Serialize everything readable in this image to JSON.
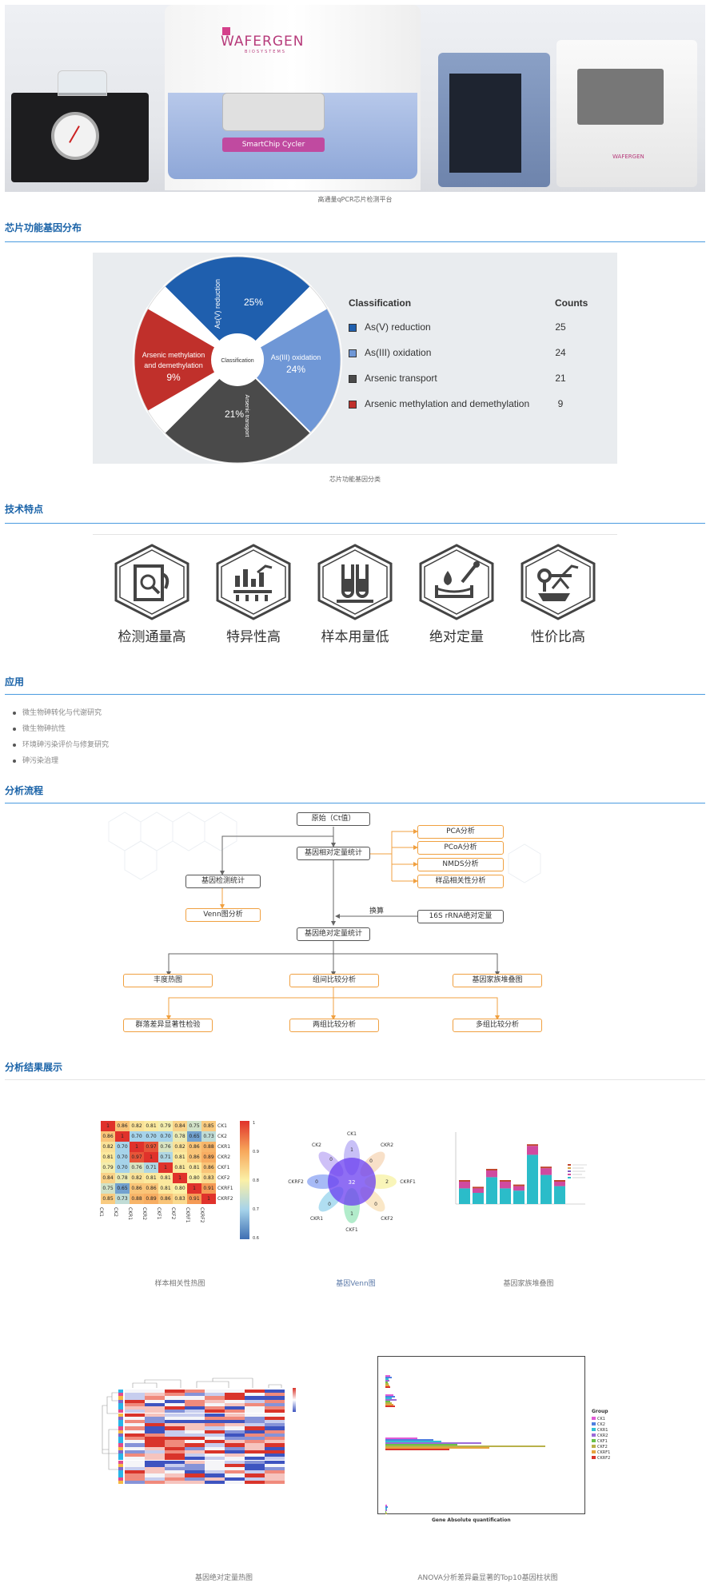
{
  "hero": {
    "brand": "WAFERGEN",
    "brand_sub": "BIOSYSTEMS",
    "device_label": "SmartChip Cycler",
    "caption": "高通量qPCR芯片检测平台"
  },
  "sections": {
    "gene_distribution": "芯片功能基因分布",
    "tech_features": "技术特点",
    "application": "应用",
    "workflow": "分析流程",
    "results": "分析结果展示"
  },
  "classification": {
    "center_label": "Classification",
    "header_label": "Classification",
    "header_counts": "Counts",
    "caption": "芯片功能基因分类",
    "items": [
      {
        "label": "As(V) reduction",
        "count": "25",
        "percent": "25%",
        "color": "#1f5fae"
      },
      {
        "label": "As(III) oxidation",
        "count": "24",
        "percent": "24%",
        "color": "#6f97d6"
      },
      {
        "label": "Arsenic transport",
        "count": "21",
        "percent": "21%",
        "color": "#4a4a4a"
      },
      {
        "label": "Arsenic methylation and demethylation",
        "count": "9",
        "percent": "9%",
        "color": "#c0302b"
      }
    ],
    "slice_texts": {
      "as5": "As(V) reduction",
      "as3": "As(III) oxidation",
      "transport": "Arsenic transport",
      "methyl_1": "Arsenic methylation",
      "methyl_2": "and demethylation"
    }
  },
  "features": [
    {
      "label": "检测通量高",
      "icon": "chip-throughput-icon"
    },
    {
      "label": "特异性高",
      "icon": "bar-chart-specificity-icon"
    },
    {
      "label": "样本用量低",
      "icon": "test-tubes-icon"
    },
    {
      "label": "绝对定量",
      "icon": "dropper-quantification-icon"
    },
    {
      "label": "性价比高",
      "icon": "balance-cost-icon"
    }
  ],
  "applications": [
    "微生物砷转化与代谢研究",
    "微生物砷抗性",
    "环境砷污染评价与修复研究",
    "砷污染治理"
  ],
  "workflow": {
    "raw": "原始（Ct值）",
    "rel": "基因相对定量统计",
    "pca": "PCA分析",
    "pcoa": "PCoA分析",
    "nmds": "NMDS分析",
    "corr": "样品相关性分析",
    "detect": "基因检测统计",
    "venn": "Venn图分析",
    "convert": "换算",
    "rrna": "16S rRNA绝对定量",
    "abs": "基因绝对定量统计",
    "heatmap": "丰度热图",
    "group": "组间比较分析",
    "family": "基因家族堆叠图",
    "sig": "群落差异显著性检验",
    "two": "两组比较分析",
    "multi": "多组比较分析"
  },
  "results": {
    "captions": [
      "样本相关性热图",
      "基因Venn图",
      "基因家族堆叠图",
      "基因绝对定量热图",
      "ANOVA分析差异最显著的Top10基因柱状图"
    ],
    "corr_samples": [
      "CK1",
      "CK2",
      "CKR1",
      "CKR2",
      "CKF1",
      "CKF2",
      "CKRF1",
      "CKRF2"
    ],
    "corr_matrix": [
      [
        "1",
        "0.86",
        "0.82",
        "0.81",
        "0.79",
        "0.84",
        "0.75",
        "0.85"
      ],
      [
        "0.86",
        "1",
        "0.70",
        "0.70",
        "0.70",
        "0.78",
        "0.65",
        "0.73"
      ],
      [
        "0.82",
        "0.70",
        "1",
        "0.97",
        "0.76",
        "0.82",
        "0.86",
        "0.88"
      ],
      [
        "0.81",
        "0.70",
        "0.97",
        "1",
        "0.71",
        "0.81",
        "0.86",
        "0.89"
      ],
      [
        "0.79",
        "0.70",
        "0.76",
        "0.71",
        "1",
        "0.81",
        "0.81",
        "0.86"
      ],
      [
        "0.84",
        "0.78",
        "0.82",
        "0.81",
        "0.81",
        "1",
        "0.80",
        "0.83"
      ],
      [
        "0.75",
        "0.65",
        "0.86",
        "0.86",
        "0.81",
        "0.80",
        "1",
        "0.91"
      ],
      [
        "0.85",
        "0.73",
        "0.88",
        "0.89",
        "0.86",
        "0.83",
        "0.91",
        "1"
      ]
    ],
    "scale_ticks": [
      "1",
      "0.9",
      "0.8",
      "0.7",
      "0.6"
    ],
    "venn": {
      "center": "32",
      "labels": [
        "CK1",
        "CKR2",
        "CKRF1",
        "CKF2",
        "CKF1",
        "CKR1",
        "CKRF2",
        "CK2"
      ],
      "values": [
        "1",
        "0",
        "2",
        "0",
        "1",
        "0",
        "0",
        "0"
      ]
    },
    "bar_axis_label": "Gene Absolute quantification",
    "bar_legend_title": "Group",
    "bar_groups": [
      "CK1",
      "CK2",
      "CKR1",
      "CKR2",
      "CKF1",
      "CKF2",
      "CKRF1",
      "CKRF2"
    ]
  }
}
